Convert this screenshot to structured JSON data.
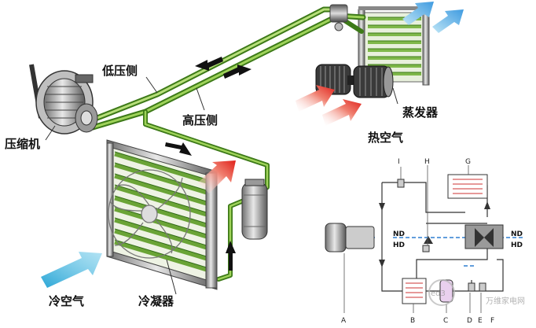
{
  "labels": {
    "compressor": "压缩机",
    "low_pressure": "低压侧",
    "high_pressure": "高压侧",
    "evaporator": "蒸发器",
    "hot_air": "热空气",
    "cold_air": "冷空气",
    "condenser": "冷凝器"
  },
  "schematic": {
    "letters": [
      "A",
      "B",
      "C",
      "D",
      "E",
      "F",
      "G",
      "H",
      "I"
    ],
    "nd": "ND",
    "hd": "HD"
  },
  "watermark": {
    "site": "万维家电网",
    "logo": "ed3"
  },
  "colors": {
    "pipe_green": "#5d9a2a",
    "fin_green": "#7fb84a",
    "hot_arrow": "#e23a2a",
    "cold_arrow": "#3fb3d8",
    "flow_arrow": "#1a1a1a",
    "schematic_dash": "#2f7fd0"
  }
}
